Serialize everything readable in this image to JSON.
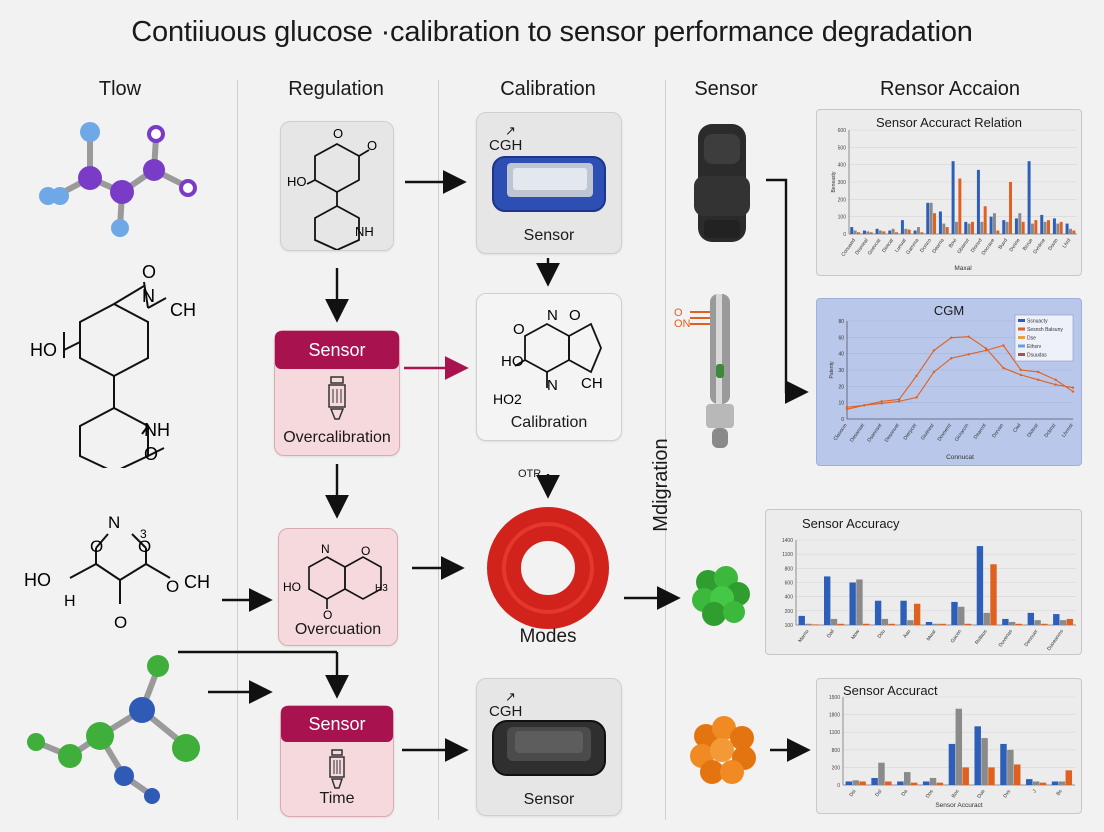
{
  "title": "Contiiuous glucose ·calibration to sensor performance degradation",
  "columns": {
    "flow": "Tlow",
    "regulation": "Regulation",
    "calibration": "Calibration",
    "sensor": "Sensor",
    "action": "Rensor Accaion"
  },
  "molecules": {
    "m2": {
      "o_top": "O",
      "n": "N",
      "ch": "CH",
      "ho": "HO",
      "n_h": "NH",
      "o_bottom": "O"
    },
    "m3": {
      "o1": "O",
      "n": "N",
      "sub": "3",
      "o2": "O",
      "ho": "HO",
      "h": "H",
      "o3": "O",
      "o4": "O",
      "ch": "CH"
    }
  },
  "regulation": {
    "mol": {
      "o1": "O",
      "o2": "O",
      "ho": "HO",
      "nh": "NH"
    },
    "sensor1": {
      "head": "Sensor",
      "label": "Overcalibration"
    },
    "overcuation": {
      "label": "Overcuation",
      "ho": "HO",
      "n": "N",
      "o": "O",
      "h3": "H3",
      "o2": "O"
    },
    "sensor2": {
      "head": "Sensor",
      "label": "Time"
    }
  },
  "calibration": {
    "card1": {
      "cgh": "CGH",
      "label": "Sensor"
    },
    "card2": {
      "label": "Calibration",
      "o": "O",
      "n": "N",
      "o2": "O",
      "ho": "HO",
      "ch": "CH",
      "ho2": "HO2",
      "n2": "N"
    },
    "otr": "OTR",
    "modes": "Modes",
    "card3": {
      "cgh": "CGH",
      "label": "Sensor"
    }
  },
  "sensor_col": {
    "migration": "Mdigration",
    "probe_label_1": "O",
    "probe_label_2": "ON"
  },
  "chart_data": [
    {
      "type": "bar",
      "title": "Sensor Accuract Relation",
      "xlabel": "Maxal",
      "ylabel": "Beneasty",
      "ylim": [
        0,
        600
      ],
      "y_ticks": [
        "600",
        "500",
        "400",
        "300",
        "200",
        "100",
        "0"
      ],
      "categories": [
        "Conuaed",
        "Dtsmeal",
        "Goevcat",
        "Diotcat",
        "Lunuat",
        "Gamma",
        "Dcmco",
        "Dearna",
        "Bovi",
        "Gbwnvt",
        "Dionvd",
        "Docrave",
        "Buvd",
        "Dvrine",
        "Bcrue",
        "Gvnlme",
        "Dovtn",
        "Lhrd"
      ],
      "series": [
        {
          "color": "#2e5fb8",
          "values": [
            40,
            20,
            30,
            20,
            80,
            20,
            180,
            130,
            420,
            70,
            370,
            100,
            80,
            90,
            420,
            110,
            90,
            60
          ]
        },
        {
          "color": "#8a8a8a",
          "values": [
            20,
            15,
            20,
            30,
            30,
            40,
            180,
            60,
            70,
            60,
            70,
            120,
            70,
            120,
            60,
            70,
            60,
            30
          ]
        },
        {
          "color": "#e06020",
          "values": [
            10,
            10,
            15,
            10,
            25,
            10,
            120,
            40,
            320,
            70,
            160,
            20,
            300,
            70,
            80,
            80,
            70,
            20
          ]
        }
      ]
    },
    {
      "type": "line",
      "title": "CGM",
      "xlabel": "Connucat",
      "ylabel": "Patenty",
      "ylim": [
        0,
        100
      ],
      "y_ticks": [
        "80",
        "60",
        "40",
        "30",
        "20",
        "10",
        "0"
      ],
      "categories": [
        "Clasocm",
        "Desanset",
        "Dsannset",
        "Desonvet",
        "Dierpcet",
        "Giutnest",
        "Dovoemt",
        "Gicrarcm",
        "Dearcot",
        "Dsrvan",
        "Ciwl",
        "Diotvst",
        "Dcbnst",
        "Lhrmst"
      ],
      "legend": [
        "Ssnuacty",
        "Sesnsh Balsuny",
        "Dse",
        "Ethsrv",
        "Dsuudas"
      ],
      "legend_colors": [
        "#2e5fb8",
        "#e06020",
        "#e8a040",
        "#6a9ed8",
        "#b0523a"
      ],
      "series": [
        {
          "color": "#e06020",
          "values": [
            10,
            14,
            18,
            20,
            44,
            70,
            83,
            84,
            72,
            52,
            45,
            40,
            35,
            32
          ]
        },
        {
          "color": "#e06020",
          "values": [
            12,
            14,
            16,
            18,
            22,
            48,
            62,
            66,
            70,
            75,
            50,
            48,
            40,
            28
          ]
        }
      ]
    },
    {
      "type": "bar",
      "title": "Sensor Accuracy",
      "ylim": [
        0,
        1400
      ],
      "y_ticks": [
        "1400",
        "1100",
        "800",
        "600",
        "400",
        "200",
        "100"
      ],
      "categories": [
        "Marnu",
        "Dail",
        "Mow",
        "Dou",
        "Aau",
        "Mwar",
        "Gacen",
        "Rstlaus",
        "Duvenas",
        "Dennuer",
        "Duoeanms"
      ],
      "series": [
        {
          "color": "#2e5fb8",
          "values": [
            150,
            800,
            700,
            400,
            400,
            50,
            380,
            1300,
            100,
            200,
            180
          ]
        },
        {
          "color": "#8a8a8a",
          "values": [
            20,
            100,
            750,
            100,
            80,
            20,
            300,
            200,
            50,
            80,
            80
          ]
        },
        {
          "color": "#e06020",
          "values": [
            10,
            20,
            20,
            20,
            350,
            20,
            20,
            1000,
            20,
            20,
            100
          ]
        }
      ]
    },
    {
      "type": "bar",
      "title": "Sensor Accuract",
      "xlabel": "Sensor Accuract",
      "ylim": [
        0,
        1500
      ],
      "y_ticks": [
        "1500",
        "1800",
        "1100",
        "800",
        "200",
        "0"
      ],
      "categories": [
        "Dsi",
        "Dsl",
        "Da",
        "Dos",
        "Bos",
        "Dua",
        "Dvs",
        "J",
        "Bs"
      ],
      "series": [
        {
          "color": "#2e5fb8",
          "values": [
            60,
            120,
            60,
            60,
            700,
            1000,
            700,
            100,
            60
          ]
        },
        {
          "color": "#8a8a8a",
          "values": [
            80,
            380,
            220,
            120,
            1300,
            800,
            600,
            60,
            60
          ]
        },
        {
          "color": "#e06020",
          "values": [
            60,
            60,
            40,
            40,
            300,
            300,
            350,
            40,
            250
          ]
        }
      ]
    }
  ]
}
